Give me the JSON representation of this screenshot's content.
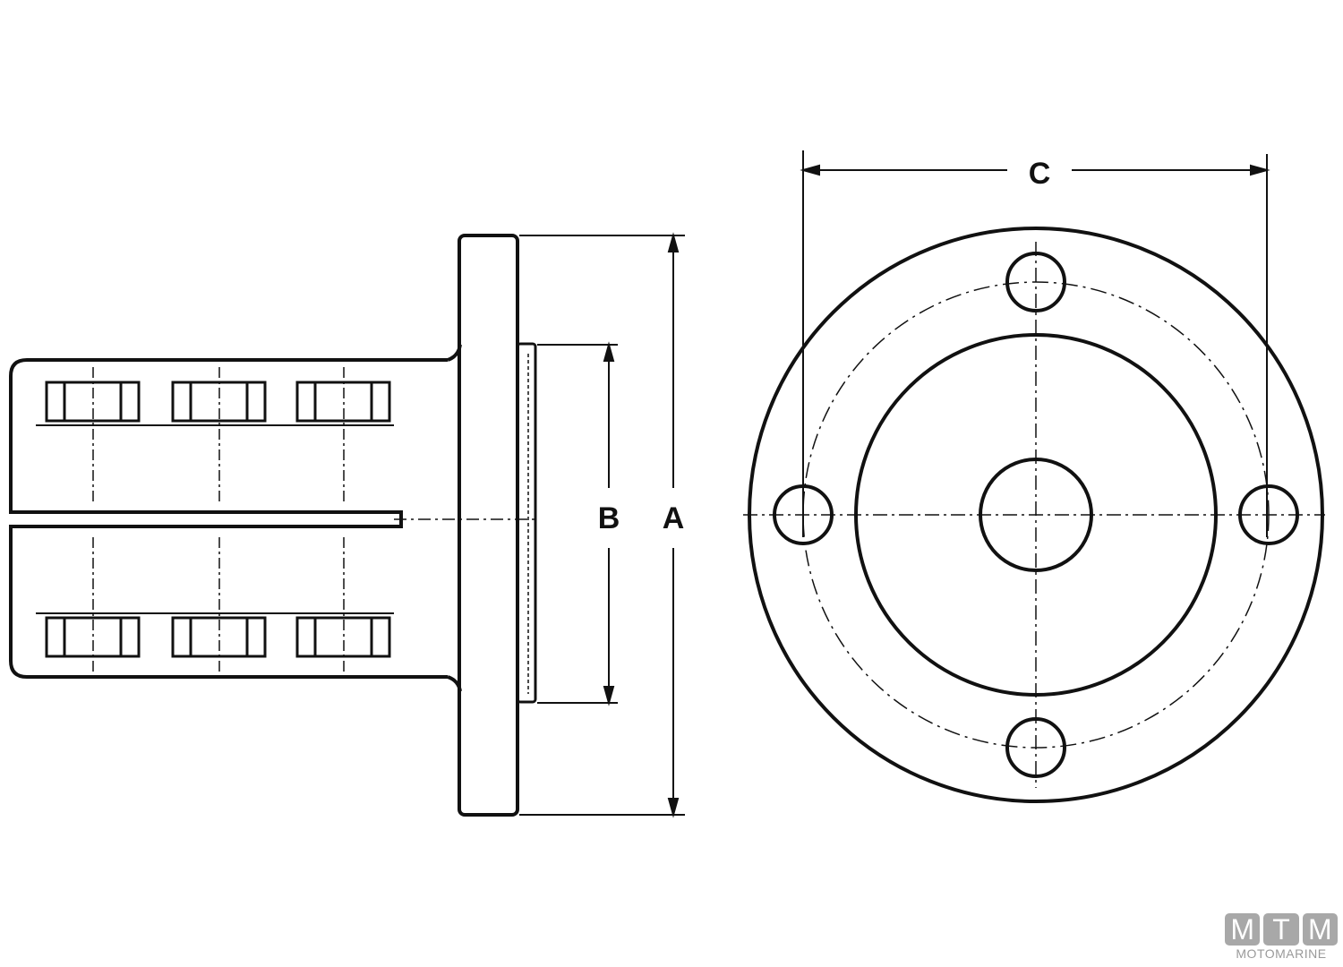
{
  "dimensions": {
    "a_label": "A",
    "b_label": "B",
    "c_label": "C"
  },
  "logo": {
    "letters": [
      "M",
      "T",
      "M"
    ],
    "name": "MOTOMARINE"
  },
  "colors": {
    "line": "#111111",
    "logo": "#a8a8a8"
  }
}
